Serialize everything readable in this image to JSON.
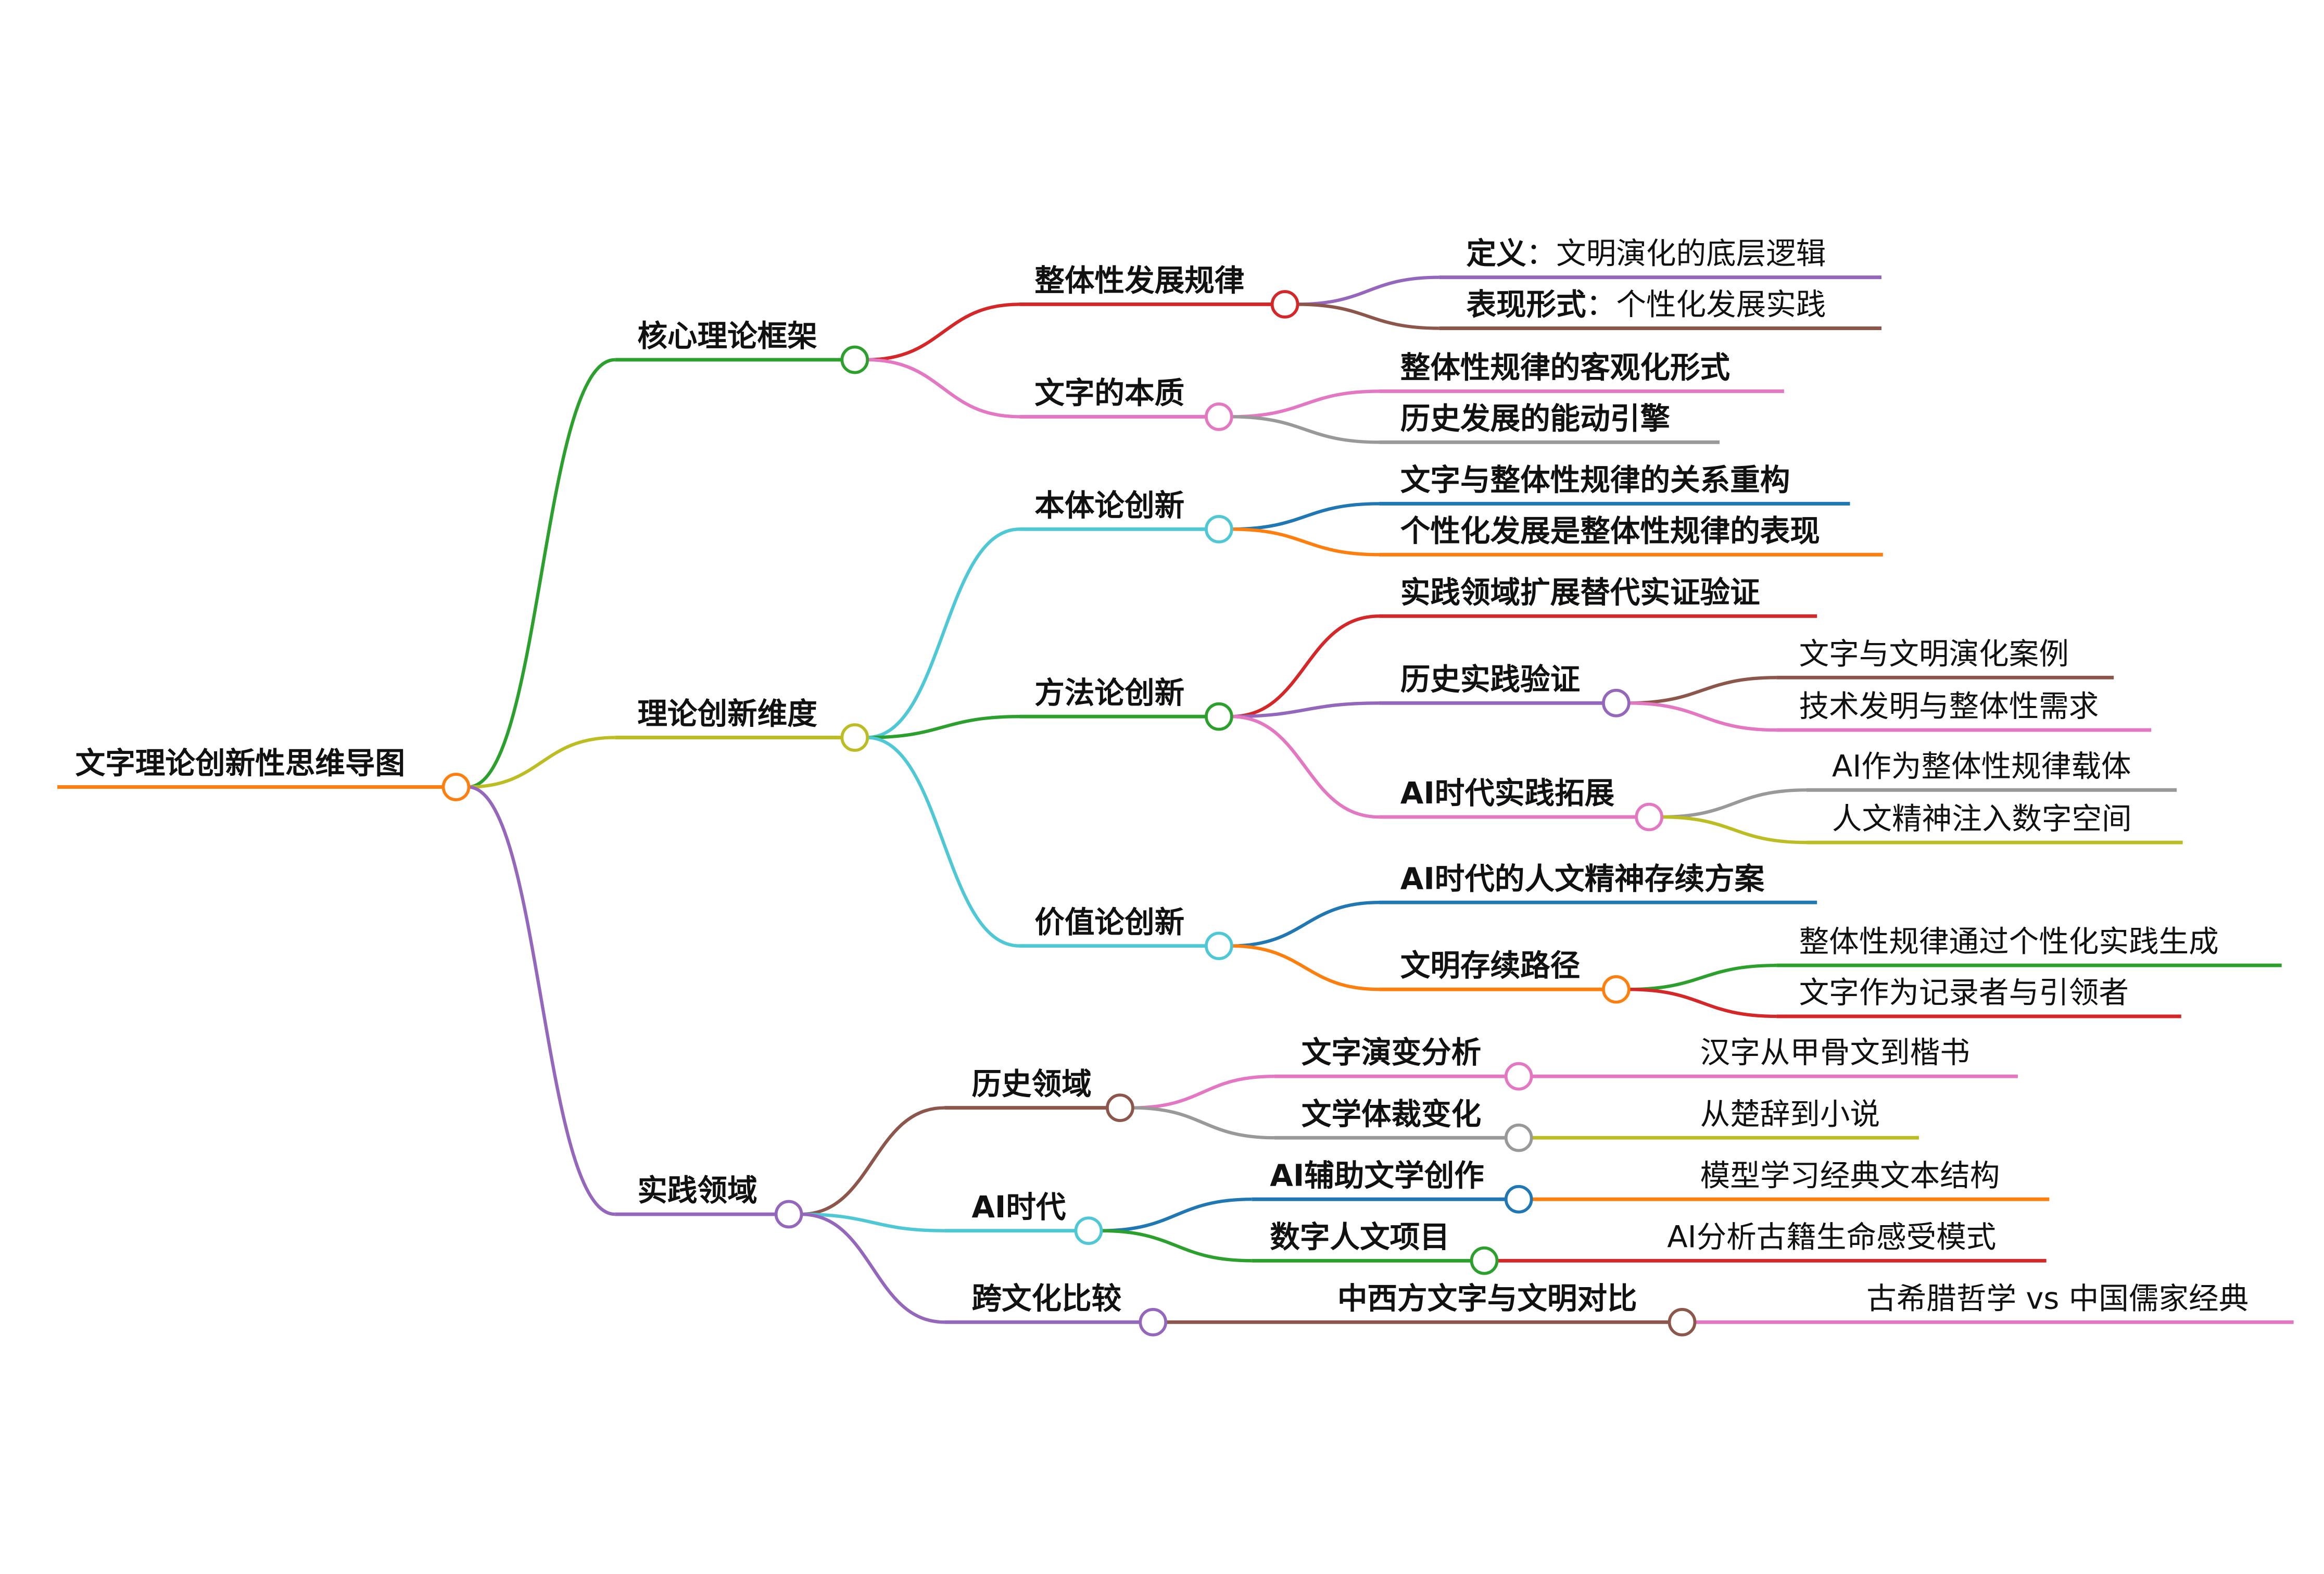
{
  "title": "文字理论创新性思维导图",
  "colors": {
    "orange": "#ff7f0e",
    "green": "#2ca02c",
    "red": "#d62728",
    "purple": "#9467bd",
    "brown": "#8c564b",
    "pink": "#e377c2",
    "gray": "#999999",
    "olive": "#bcbd22",
    "cyan": "#4fc8d6",
    "blue": "#1f77b4"
  },
  "nodes": [
    {
      "label": "文字理论创新性思维导图",
      "bold": true,
      "color": "orange",
      "parent": null
    },
    {
      "label": "核心理论框架",
      "bold": true,
      "color": "green",
      "parent": 0
    },
    {
      "label": "整体性发展规律",
      "bold": true,
      "color": "red",
      "parent": 1
    },
    {
      "label_bold": "定义",
      "label": "：文明演化的底层逻辑",
      "bold": false,
      "color": "purple",
      "parent": 2
    },
    {
      "label_bold": "表现形式",
      "label": "：个性化发展实践",
      "bold": false,
      "color": "brown",
      "parent": 2
    },
    {
      "label": "文字的本质",
      "bold": true,
      "color": "pink",
      "parent": 1
    },
    {
      "label": "整体性规律的客观化形式",
      "bold": true,
      "color": "pink",
      "parent": 5
    },
    {
      "label": "历史发展的能动引擎",
      "bold": true,
      "color": "gray",
      "parent": 5
    },
    {
      "label": "理论创新维度",
      "bold": true,
      "color": "olive",
      "parent": 0
    },
    {
      "label": "本体论创新",
      "bold": true,
      "color": "cyan",
      "parent": 8
    },
    {
      "label": "文字与整体性规律的关系重构",
      "bold": true,
      "color": "blue",
      "parent": 9
    },
    {
      "label": "个性化发展是整体性规律的表现",
      "bold": true,
      "color": "orange",
      "parent": 9
    },
    {
      "label": "方法论创新",
      "bold": true,
      "color": "green",
      "parent": 8
    },
    {
      "label": "实践领域扩展替代实证验证",
      "bold": true,
      "color": "red",
      "parent": 12
    },
    {
      "label": "历史实践验证",
      "bold": true,
      "color": "purple",
      "parent": 12
    },
    {
      "label": "文字与文明演化案例",
      "bold": false,
      "color": "brown",
      "parent": 14
    },
    {
      "label": "技术发明与整体性需求",
      "bold": false,
      "color": "pink",
      "parent": 14
    },
    {
      "label": "AI时代实践拓展",
      "bold": true,
      "color": "pink",
      "parent": 12
    },
    {
      "label": "AI作为整体性规律载体",
      "bold": false,
      "color": "gray",
      "parent": 17
    },
    {
      "label": "人文精神注入数字空间",
      "bold": false,
      "color": "olive",
      "parent": 17
    },
    {
      "label": "价值论创新",
      "bold": true,
      "color": "cyan",
      "parent": 8
    },
    {
      "label": "AI时代的人文精神存续方案",
      "bold": true,
      "color": "blue",
      "parent": 20
    },
    {
      "label": "文明存续路径",
      "bold": true,
      "color": "orange",
      "parent": 20
    },
    {
      "label": "整体性规律通过个性化实践生成",
      "bold": false,
      "color": "green",
      "parent": 22
    },
    {
      "label": "文字作为记录者与引领者",
      "bold": false,
      "color": "red",
      "parent": 22
    },
    {
      "label": "实践领域",
      "bold": true,
      "color": "purple",
      "parent": 0
    },
    {
      "label": "历史领域",
      "bold": true,
      "color": "brown",
      "parent": 25
    },
    {
      "label": "文字演变分析",
      "bold": true,
      "color": "pink",
      "parent": 26
    },
    {
      "label": "汉字从甲骨文到楷书",
      "bold": false,
      "color": "pink",
      "parent": 27
    },
    {
      "label": "文学体裁变化",
      "bold": true,
      "color": "gray",
      "parent": 26
    },
    {
      "label": "从楚辞到小说",
      "bold": false,
      "color": "olive",
      "parent": 29
    },
    {
      "label": "AI时代",
      "bold": true,
      "color": "cyan",
      "parent": 25
    },
    {
      "label": "AI辅助文学创作",
      "bold": true,
      "color": "blue",
      "parent": 31
    },
    {
      "label": "模型学习经典文本结构",
      "bold": false,
      "color": "orange",
      "parent": 32
    },
    {
      "label": "数字人文项目",
      "bold": true,
      "color": "green",
      "parent": 31
    },
    {
      "label": "AI分析古籍生命感受模式",
      "bold": false,
      "color": "red",
      "parent": 34
    },
    {
      "label": "跨文化比较",
      "bold": true,
      "color": "purple",
      "parent": 25
    },
    {
      "label": "中西方文字与文明对比",
      "bold": true,
      "color": "brown",
      "parent": 36
    },
    {
      "label": "古希腊哲学 vs 中国儒家经典",
      "bold": false,
      "color": "pink",
      "parent": 37
    }
  ]
}
